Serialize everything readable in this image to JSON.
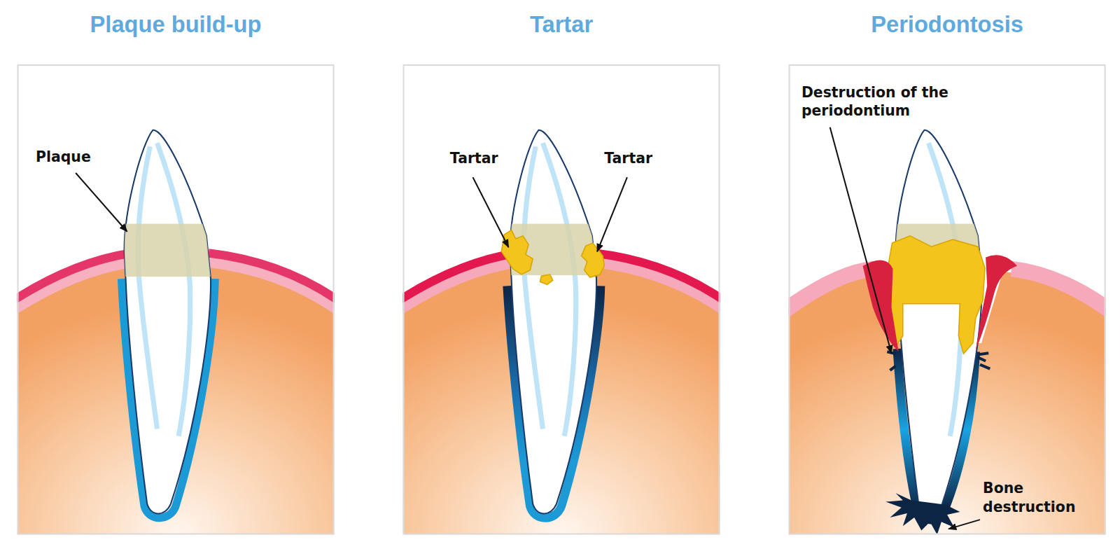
{
  "diagram": {
    "nodes": [
      {
        "text": [
          "Plaque build-up"
        ]
      },
      {
        "text": [
          "Tartar"
        ]
      },
      {
        "text": [
          "Periodontosis"
        ]
      }
    ],
    "labels": [
      "Plaque",
      "Tartar",
      "Tartar",
      "Destruction of the periodontium",
      "Bone destruction"
    ]
  }
}
